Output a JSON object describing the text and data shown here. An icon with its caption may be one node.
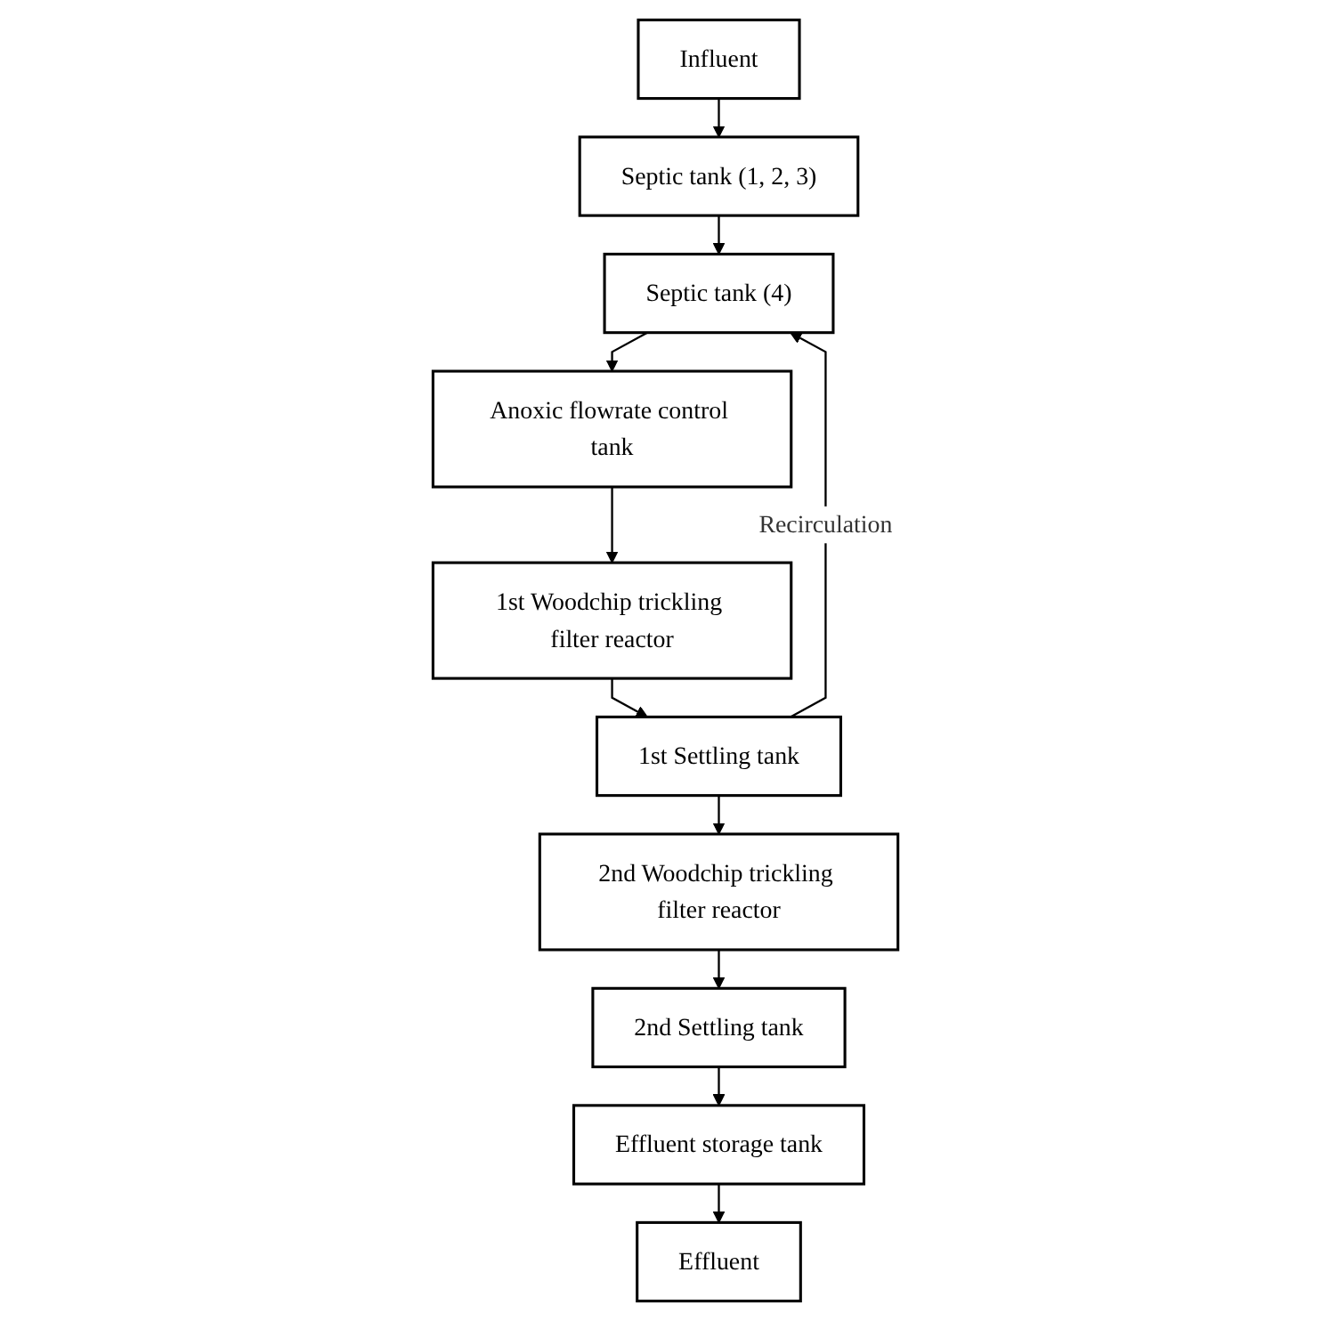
{
  "diagram": {
    "nodes": [
      {
        "text": [
          "Influent"
        ]
      },
      {
        "text": [
          "Septic tank (1, 2, 3)"
        ]
      },
      {
        "text": [
          "Septic tank (4)"
        ]
      },
      {
        "text": [
          "Anoxic flowrate control tank"
        ]
      },
      {
        "text": [
          "1st Woodchip trickling filter reactor"
        ]
      },
      {
        "text": [
          "1st Settling tank"
        ]
      },
      {
        "text": [
          "2nd Woodchip trickling filter reactor"
        ]
      },
      {
        "text": [
          "2nd Settling tank"
        ]
      },
      {
        "text": [
          "Effluent storage tank"
        ]
      },
      {
        "text": [
          "Effluent"
        ]
      }
    ],
    "edges": [
      {
        "from": 0,
        "to": 1,
        "arrow": "to"
      },
      {
        "from": 1,
        "to": 2,
        "arrow": "to"
      },
      {
        "from": 2,
        "to": 3,
        "arrow": "to"
      },
      {
        "from": 3,
        "to": 4,
        "arrow": "to"
      },
      {
        "from": 4,
        "to": 5,
        "arrow": "to"
      },
      {
        "from": 5,
        "to": 6,
        "arrow": "to"
      },
      {
        "from": 6,
        "to": 7,
        "arrow": "to"
      },
      {
        "from": 7,
        "to": 8,
        "arrow": "to"
      },
      {
        "from": 8,
        "to": 9,
        "arrow": "to"
      },
      {
        "from": 5,
        "to": 2,
        "arrow": "to",
        "label": "Recirculation"
      }
    ]
  }
}
